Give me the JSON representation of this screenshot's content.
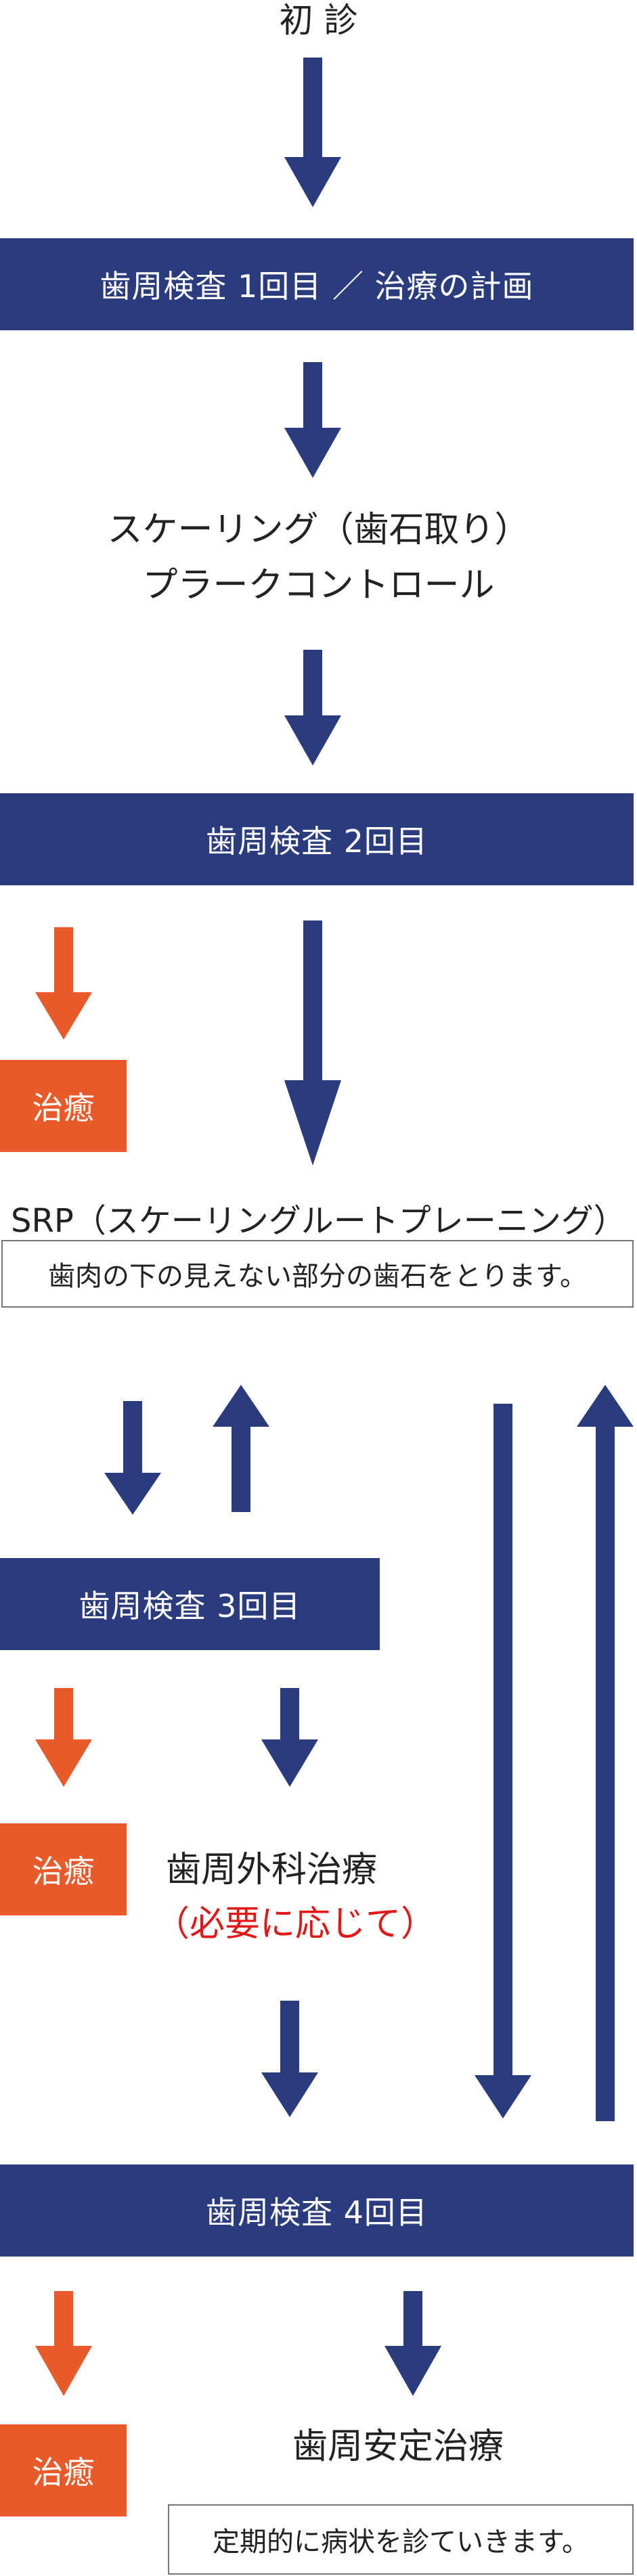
{
  "colors": {
    "navy": "#2a3b7e",
    "orange": "#e95a2b",
    "red_text": "#e01818"
  },
  "start": {
    "label": "初 診"
  },
  "step1": {
    "banner": "歯周検査 1回目 ／ 治療の計画"
  },
  "step2": {
    "line1": "スケーリング（歯石取り）",
    "line2": "プラークコントロール"
  },
  "step3": {
    "banner": "歯周検査 2回目",
    "treatment": "治癒"
  },
  "step4": {
    "title": "SRP（スケーリングルートプレーニング）",
    "note": "歯肉の下の見えない部分の歯石をとります。"
  },
  "step5": {
    "banner": "歯周検査 3回目",
    "treatment": "治癒",
    "surgery": "歯周外科治療",
    "surgery_note": "（必要に応じて）"
  },
  "step6": {
    "banner": "歯周検査 4回目",
    "treatment": "治癒"
  },
  "step7": {
    "title": "歯周安定治療",
    "note": "定期的に病状を診ていきます。"
  }
}
